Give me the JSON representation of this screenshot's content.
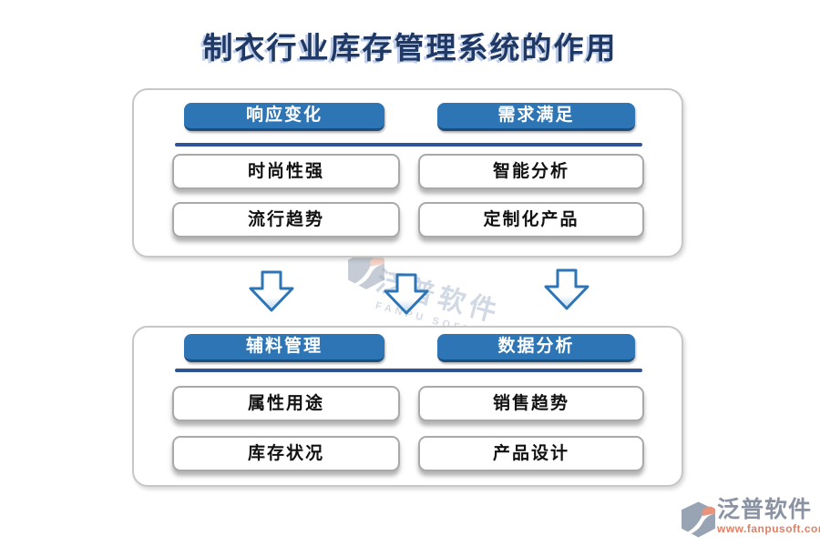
{
  "title": "制衣行业库存管理系统的作用",
  "top_panel": {
    "header_left": "响应变化",
    "header_right": "需求满足",
    "pills": [
      "时尚性强",
      "智能分析",
      "流行趋势",
      "定制化产品"
    ]
  },
  "bottom_panel": {
    "header_left": "辅料管理",
    "header_right": "数据分析",
    "pills": [
      "属性用途",
      "销售趋势",
      "库存状况",
      "产品设计"
    ]
  },
  "watermark": {
    "name": "泛普软件",
    "subtitle": "FANPU SOFTWARE"
  },
  "footer_logo": {
    "name": "泛普软件",
    "url": "www.fanpusoft.com"
  },
  "colors": {
    "title_navy": "#1F3864",
    "header_blue": "#2E75B6",
    "header_blue_dark": "#1C4E80",
    "divider_navy": "#2F5496",
    "arrow_blue": "#2E75B6",
    "pill_border_gray": "#A9A9A9",
    "logo_gray": "#98A3B3",
    "logo_salmon": "#E8937B",
    "footer_text_gray": "#8A93A3",
    "footer_url_salmon": "#DF8066"
  }
}
